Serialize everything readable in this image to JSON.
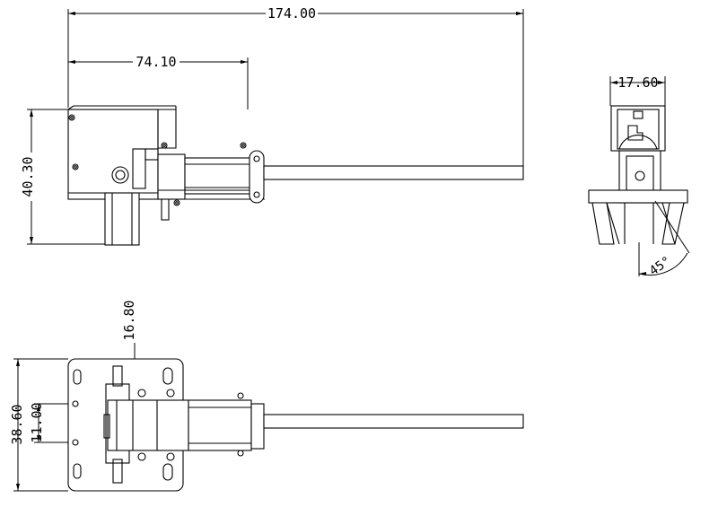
{
  "drawing": {
    "title": "",
    "views": {
      "side_view": {
        "dim_overall_length": "174.00",
        "dim_body_length": "74.10",
        "dim_height": "40.30"
      },
      "end_view": {
        "dim_width": "17.60",
        "dim_angle": "45°"
      },
      "top_view": {
        "dim_plate_height": "38.60",
        "dim_hole_spacing": "11.00",
        "dim_offset": "16.80"
      }
    }
  }
}
